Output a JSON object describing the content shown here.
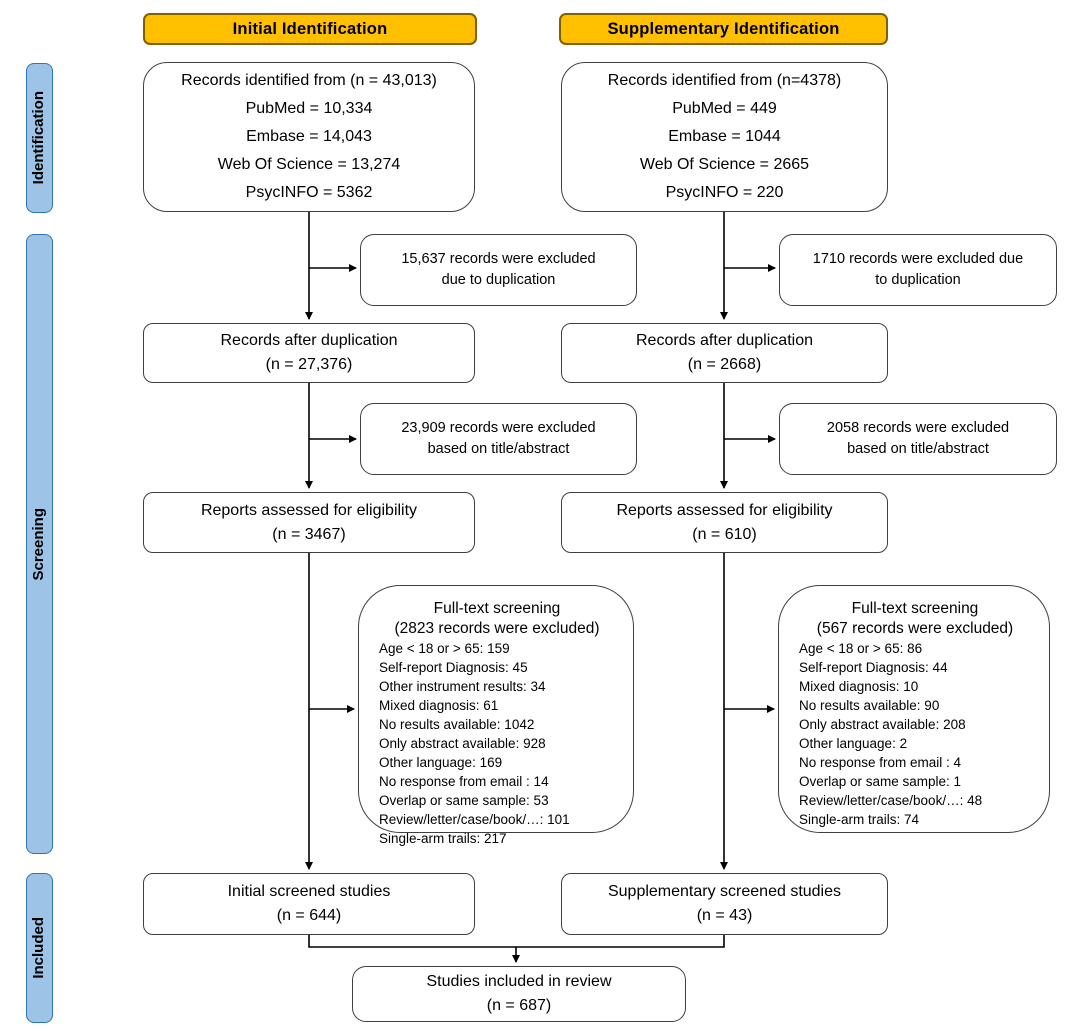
{
  "headers": {
    "initial": "Initial Identification",
    "supplementary": "Supplementary Identification"
  },
  "sidebar": {
    "identification": "Identification",
    "screening": "Screening",
    "included": "Included"
  },
  "colors": {
    "header_fill": "#FFC000",
    "header_border": "#806000",
    "sidebar_fill": "#9DC3E6",
    "sidebar_border": "#2E75B6",
    "box_border": "#3F3F3F",
    "arrow": "#000000"
  },
  "initial": {
    "records_identified": {
      "lines": [
        "Records identified from (n = 43,013)",
        "PubMed = 10,334",
        "Embase = 14,043",
        "Web Of Science = 13,274",
        "PsycINFO = 5362"
      ]
    },
    "duplication_excluded": {
      "lines": [
        "15,637 records were excluded",
        "due to duplication"
      ]
    },
    "after_duplication": {
      "lines": [
        "Records after duplication",
        "(n = 27,376)"
      ]
    },
    "title_abstract_excluded": {
      "lines": [
        "23,909 records were excluded",
        "based on title/abstract"
      ]
    },
    "assessed": {
      "lines": [
        "Reports assessed for eligibility",
        "(n = 3467)"
      ]
    },
    "fulltext": {
      "title": "Full-text screening",
      "subtitle": "(2823 records were excluded)",
      "items": [
        "Age < 18 or > 65: 159",
        "Self-report Diagnosis: 45",
        "Other instrument results: 34",
        "Mixed diagnosis: 61",
        "No results available: 1042",
        "Only abstract available: 928",
        "Other language: 169",
        "No response from email : 14",
        "Overlap or same sample: 53",
        "Review/letter/case/book/…: 101",
        "Single-arm trails: 217"
      ]
    },
    "screened": {
      "lines": [
        "Initial screened studies",
        "(n = 644)"
      ]
    }
  },
  "supplementary": {
    "records_identified": {
      "lines": [
        "Records identified from (n=4378)",
        "PubMed = 449",
        "Embase = 1044",
        "Web Of Science = 2665",
        "PsycINFO = 220"
      ]
    },
    "duplication_excluded": {
      "lines": [
        "1710 records were excluded due",
        "to duplication"
      ]
    },
    "after_duplication": {
      "lines": [
        "Records after duplication",
        "(n = 2668)"
      ]
    },
    "title_abstract_excluded": {
      "lines": [
        "2058 records were excluded",
        "based on title/abstract"
      ]
    },
    "assessed": {
      "lines": [
        "Reports assessed for eligibility",
        "(n = 610)"
      ]
    },
    "fulltext": {
      "title": "Full-text screening",
      "subtitle": "(567 records were excluded)",
      "items": [
        "Age < 18 or > 65: 86",
        "Self-report Diagnosis: 44",
        "Mixed diagnosis: 10",
        "No results available: 90",
        "Only abstract available: 208",
        "Other language: 2",
        "No response from email : 4",
        "Overlap or same sample: 1",
        "Review/letter/case/book/…: 48",
        "Single-arm trails: 74"
      ]
    },
    "screened": {
      "lines": [
        "Supplementary screened studies",
        "(n = 43)"
      ]
    }
  },
  "final": {
    "lines": [
      "Studies included in review",
      "(n = 687)"
    ]
  }
}
